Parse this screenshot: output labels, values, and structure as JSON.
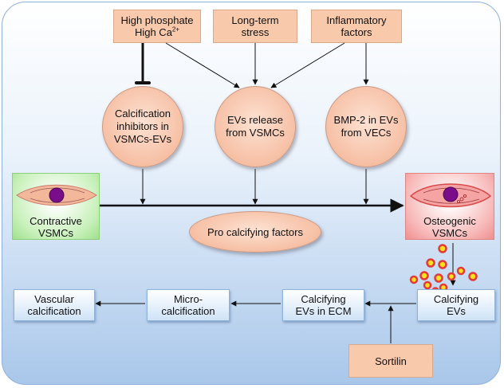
{
  "top_factors": {
    "phosphate_line1": "High phosphate",
    "phosphate_line2_prefix": "High Ca",
    "phosphate_line2_sup": "2+",
    "stress": "Long-term\nstress",
    "inflammatory": "Inflammatory\nfactors"
  },
  "circles": {
    "inhibitors": "Calcification\ninhibitors in\nVSMCs-EVs",
    "release": "EVs release\nfrom VSMCs",
    "bmp2": "BMP-2 in EVs\nfrom VECs"
  },
  "pro_calcifying": "Pro calcifying factors",
  "cells": {
    "contractive": "Contractive\nVSMCs",
    "osteogenic": "Osteogenic\nVSMCs"
  },
  "bottom_row": {
    "vascular": "Vascular\ncalcification",
    "micro": "Micro-\ncalcification",
    "calcifying_ecm": "Calcifying\nEVs in ECM",
    "calcifying_evs": "Calcifying\nEVs"
  },
  "sortilin": "Sortilin",
  "colors": {
    "peach_box": "#f9c9ac",
    "circle_fill": "#f6bfa4",
    "contractive_bg": "#c7f0b9",
    "osteogenic_bg": "#f7b9b9",
    "nucleus": "#7a0e8a",
    "ev_ring": "#e23b3b",
    "ev_fill": "#f7e21c"
  }
}
